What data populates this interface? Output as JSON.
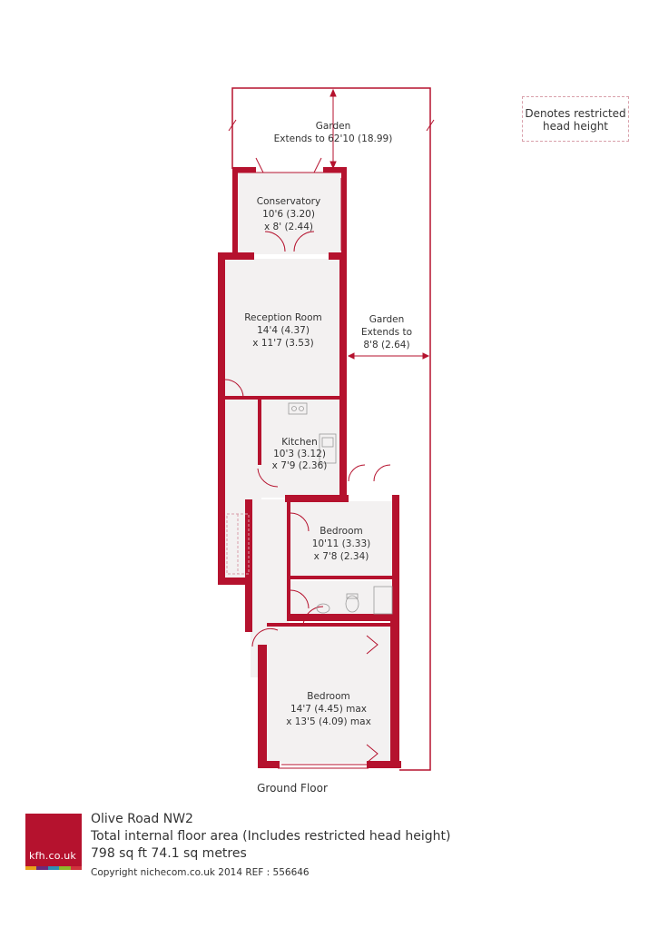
{
  "legend": {
    "text_line1": "Denotes restricted",
    "text_line2": "head height"
  },
  "rooms": {
    "garden_rear": {
      "name": "Garden",
      "dims": "Extends to 62'10 (18.99)"
    },
    "conservatory": {
      "name": "Conservatory",
      "dim1": "10'6 (3.20)",
      "dim2": "x 8' (2.44)"
    },
    "reception": {
      "name": "Reception Room",
      "dim1": "14'4 (4.37)",
      "dim2": "x 11'7 (3.53)"
    },
    "garden_side": {
      "name": "Garden",
      "line2": "Extends to",
      "line3": "8'8 (2.64)"
    },
    "kitchen": {
      "name": "Kitchen",
      "dim1": "10'3 (3.12)",
      "dim2": "x 7'9 (2.36)"
    },
    "bedroom2": {
      "name": "Bedroom",
      "dim1": "10'11 (3.33)",
      "dim2": "x 7'8 (2.34)"
    },
    "bedroom1": {
      "name": "Bedroom",
      "dim1": "14'7 (4.45) max",
      "dim2": "x 13'5 (4.09) max"
    }
  },
  "floor_label": "Ground Floor",
  "property": {
    "address": "Olive Road NW2",
    "area_line": "Total internal floor area (Includes restricted head height)",
    "size_line": "798 sq ft 74.1 sq metres",
    "copyright": "Copyright nichecom.co.uk 2014    REF : 556646"
  },
  "brand": {
    "logo_text": "kfh.co.uk",
    "primary_color": "#b5122e",
    "strip_colors": [
      "#e8a21a",
      "#6c2a7c",
      "#2f8fb3",
      "#8cb92a",
      "#d0343d"
    ]
  }
}
